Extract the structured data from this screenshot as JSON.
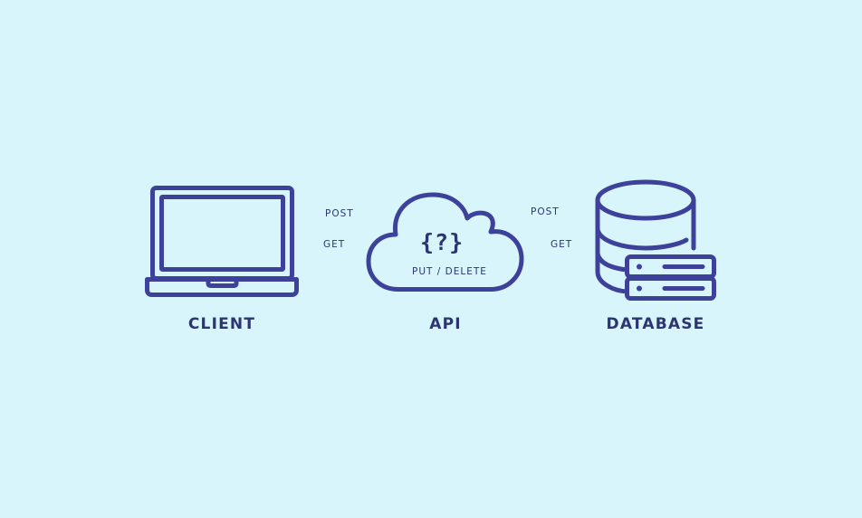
{
  "diagram": {
    "colors": {
      "background": "#d7f5fb",
      "stroke": "#3d4199",
      "text": "#2c3471"
    },
    "client": {
      "label": "CLIENT",
      "icon": "laptop-icon"
    },
    "api": {
      "label": "API",
      "icon": "cloud-icon",
      "braces": "{?}",
      "methods": "PUT / DELETE"
    },
    "database": {
      "label": "DATABASE",
      "icon": "database-icon"
    },
    "left_link": {
      "post": "POST",
      "get": "GET"
    },
    "right_link": {
      "post": "POST",
      "get": "GET"
    }
  }
}
